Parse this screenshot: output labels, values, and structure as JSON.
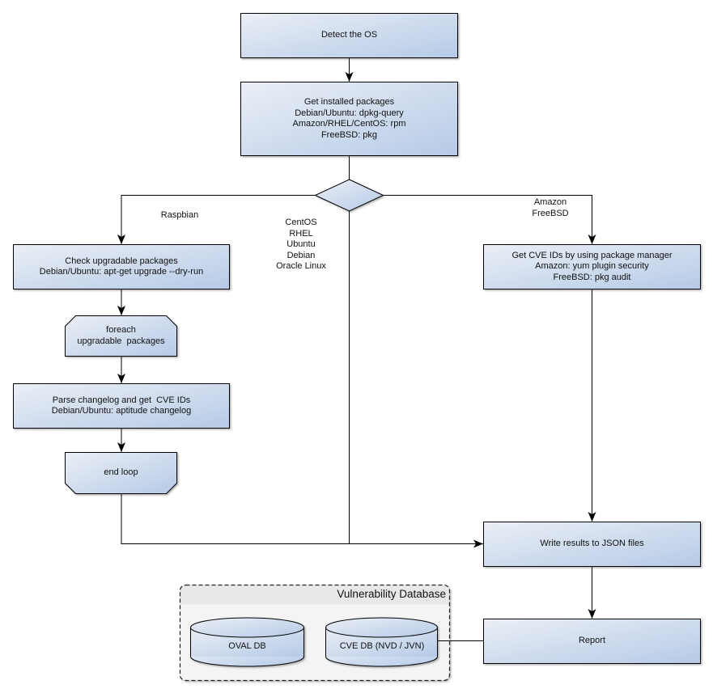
{
  "nodes": {
    "detect_os": {
      "label": "Detect the OS"
    },
    "get_packages": {
      "label": "Get installed packages\nDebian/Ubuntu: dpkg-query\nAmazon/RHEL/CentOS: rpm\nFreeBSD: pkg"
    },
    "check_upgradable": {
      "label": "Check upgradable packages\nDebian/Ubuntu: apt-get upgrade --dry-run"
    },
    "foreach_loop": {
      "label": "foreach\nupgradable  packages"
    },
    "parse_changelog": {
      "label": "Parse changelog and get  CVE IDs\nDebian/Ubuntu: aptitude changelog"
    },
    "end_loop": {
      "label": "end loop"
    },
    "get_cve_ids": {
      "label": "Get CVE IDs by using package manager\nAmazon: yum plugin security\nFreeBSD: pkg audit"
    },
    "write_results": {
      "label": "Write results to JSON files"
    },
    "report": {
      "label": "Report"
    }
  },
  "edge_labels": {
    "raspbian": "Raspbian",
    "os_list": "CentOS\nRHEL\nUbuntu\nDebian\nOracle Linux",
    "amazon_freebsd": "Amazon\nFreeBSD"
  },
  "database": {
    "title": "Vulnerability Database",
    "cylinders": [
      {
        "label": "OVAL DB"
      },
      {
        "label": "CVE DB (NVD / JVN)"
      }
    ]
  },
  "colors": {
    "node_gradient_start": "#ebeff6",
    "node_gradient_end": "#b5cae7",
    "node_border": "#000000",
    "connector": "#000000",
    "container_fill": "#f4f4f4",
    "container_band": "#e8e8e8",
    "text": "#111111"
  }
}
